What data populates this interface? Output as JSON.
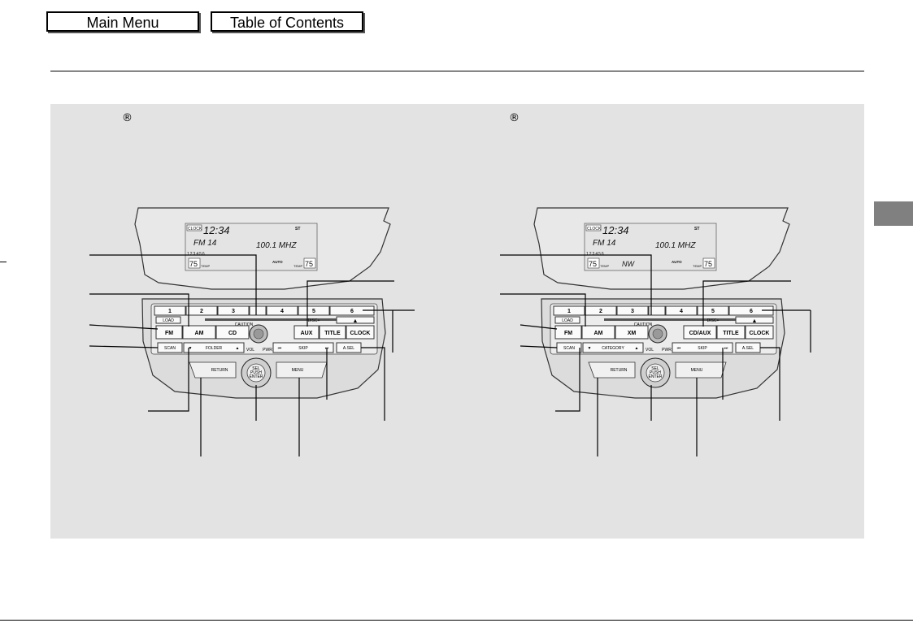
{
  "nav": {
    "main_menu": "Main Menu",
    "table_of_contents": "Table of Contents"
  },
  "registered_mark": "®",
  "radios": [
    {
      "display": {
        "clock_label": "CLOCK",
        "clock": "12:34",
        "st": "ST",
        "band": "FM 14",
        "freq": "100.1 MHZ",
        "presets": "123456",
        "temp_left": "75",
        "temp_label_left": "TEMP",
        "auto": "AUTO",
        "temp_label_right": "TEMP",
        "temp_right": "75",
        "extra": ""
      },
      "presets": [
        "1",
        "2",
        "3",
        "",
        "4",
        "5",
        "6"
      ],
      "load": "LOAD",
      "slot_label": "CAUTION",
      "disc_badge": "DISC+",
      "buttons_row2": [
        "FM",
        "AM",
        "CD",
        "AUX",
        "TITLE",
        "CLOCK"
      ],
      "scan": "SCAN",
      "folder": "FOLDER",
      "vol": "VOL",
      "pwr": "PWR",
      "skip": "SKIP",
      "asel": "A.SEL",
      "return": "RETURN",
      "sel": "SEL",
      "push": "PUSH",
      "enter": "ENTER",
      "menu": "MENU"
    },
    {
      "display": {
        "clock_label": "CLOCK",
        "clock": "12:34",
        "st": "ST",
        "band": "FM 14",
        "freq": "100.1 MHZ",
        "presets": "123456",
        "temp_left": "75",
        "temp_label_left": "TEMP",
        "auto": "AUTO",
        "temp_label_right": "TEMP",
        "temp_right": "75",
        "extra": "NW"
      },
      "presets": [
        "1",
        "2",
        "3",
        "",
        "4",
        "5",
        "6"
      ],
      "load": "LOAD",
      "slot_label": "CAUTION",
      "disc_badge": "DISC+",
      "buttons_row2": [
        "FM",
        "AM",
        "XM",
        "CD/AUX",
        "TITLE",
        "CLOCK"
      ],
      "scan": "SCAN",
      "folder": "CATEGORY",
      "vol": "VOL",
      "pwr": "PWR",
      "skip": "SKIP",
      "asel": "A.SEL",
      "return": "RETURN",
      "sel": "SEL",
      "push": "PUSH",
      "enter": "ENTER",
      "menu": "MENU"
    }
  ]
}
